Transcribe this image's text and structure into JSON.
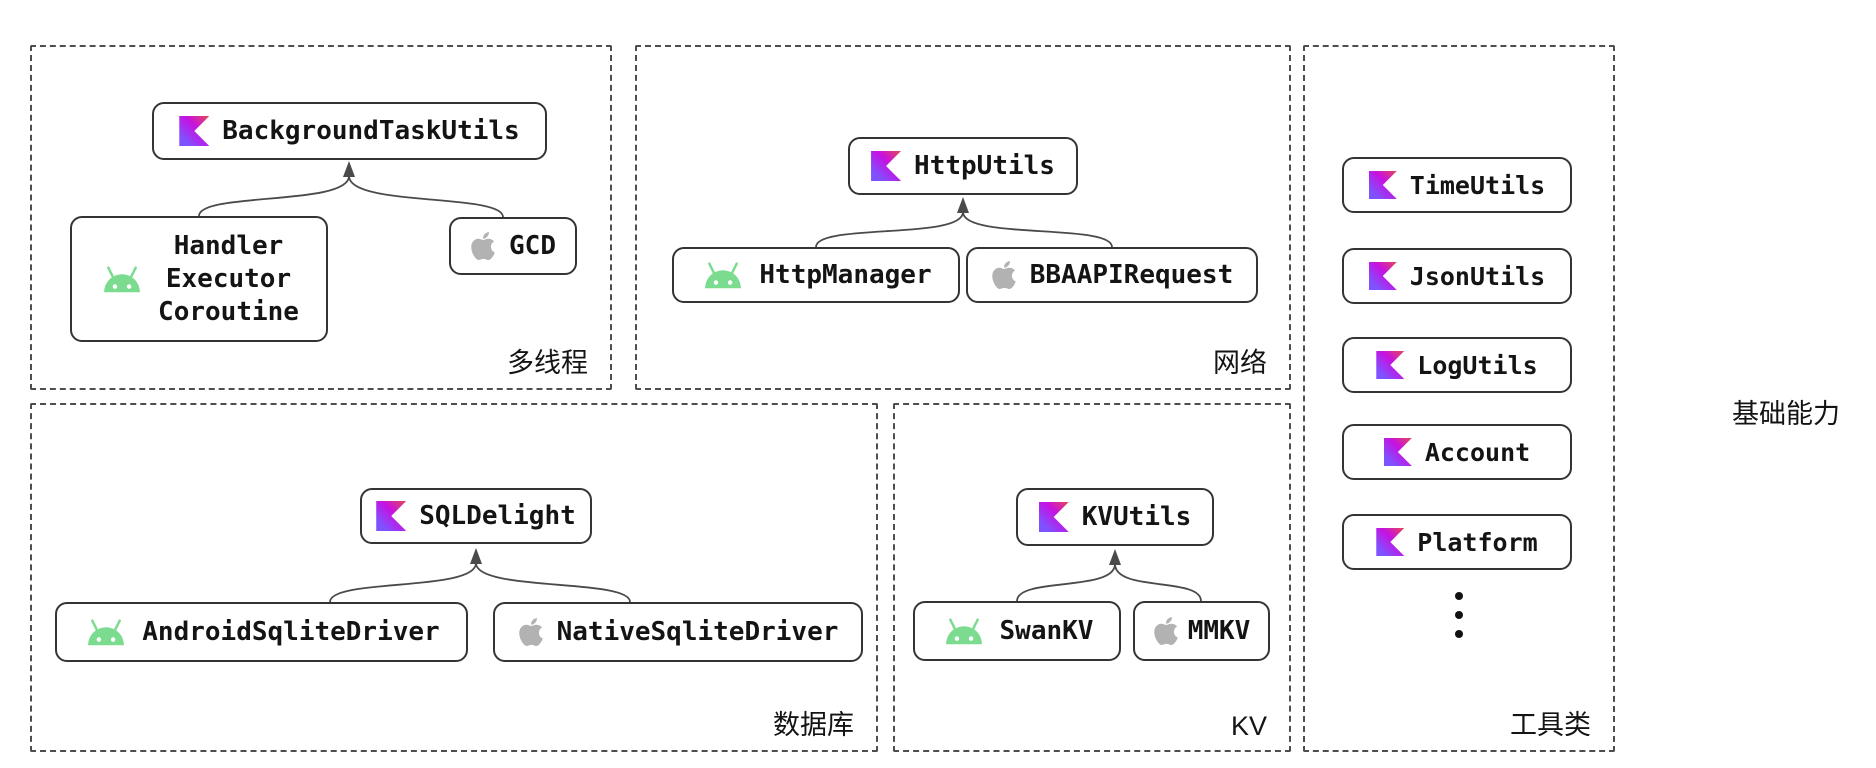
{
  "page": {
    "outer_label": "基础能力"
  },
  "sections": {
    "threading": {
      "label": "多线程",
      "parent": {
        "icon": "kotlin",
        "name": "BackgroundTaskUtils"
      },
      "android_child": {
        "icon": "android",
        "lines": [
          "Handler",
          "Executor",
          "Coroutine"
        ]
      },
      "apple_child": {
        "icon": "apple",
        "name": "GCD"
      }
    },
    "network": {
      "label": "网络",
      "parent": {
        "icon": "kotlin",
        "name": "HttpUtils"
      },
      "android_child": {
        "icon": "android",
        "name": "HttpManager"
      },
      "apple_child": {
        "icon": "apple",
        "name": "BBAAPIRequest"
      }
    },
    "database": {
      "label": "数据库",
      "parent": {
        "icon": "kotlin",
        "name": "SQLDelight"
      },
      "android_child": {
        "icon": "android",
        "name": "AndroidSqliteDriver"
      },
      "apple_child": {
        "icon": "apple",
        "name": "NativeSqliteDriver"
      }
    },
    "kv": {
      "label": "KV",
      "parent": {
        "icon": "kotlin",
        "name": "KVUtils"
      },
      "android_child": {
        "icon": "android",
        "name": "SwanKV"
      },
      "apple_child": {
        "icon": "apple",
        "name": "MMKV"
      }
    }
  },
  "utils": {
    "label": "工具类",
    "items": [
      {
        "icon": "kotlin",
        "name": "TimeUtils"
      },
      {
        "icon": "kotlin",
        "name": "JsonUtils"
      },
      {
        "icon": "kotlin",
        "name": "LogUtils"
      },
      {
        "icon": "kotlin",
        "name": "Account"
      },
      {
        "icon": "kotlin",
        "name": "Platform"
      }
    ],
    "more_indicator": "⋮"
  },
  "colors": {
    "kotlin_start": "#e44857",
    "kotlin_mid": "#c711e1",
    "kotlin_end": "#7f52ff",
    "android_green": "#7bdb8f",
    "apple_gray": "#b2b2b2",
    "node_border": "#343434",
    "dash_border": "#4e4e4e",
    "connector": "#4a4a4a",
    "text": "#141414",
    "background": "#ffffff"
  }
}
